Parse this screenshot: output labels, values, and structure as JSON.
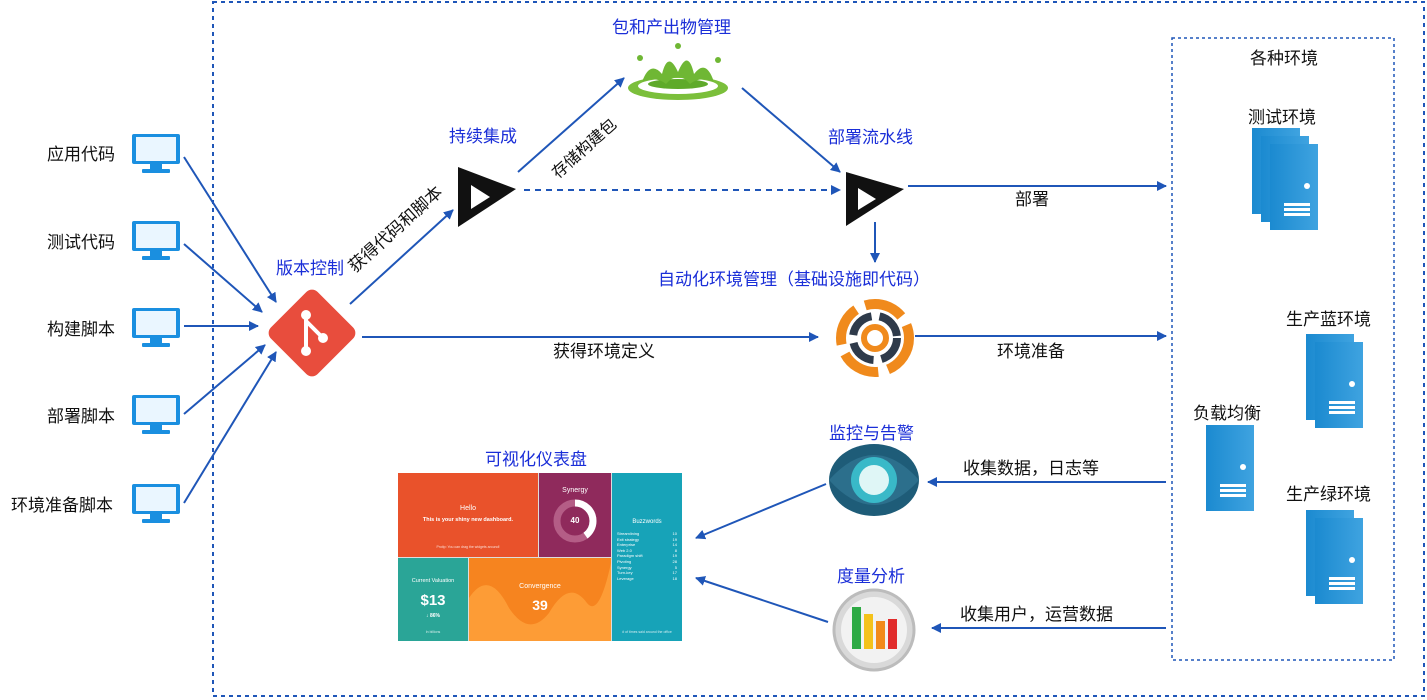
{
  "sources": [
    "应用代码",
    "测试代码",
    "构建脚本",
    "部署脚本",
    "环境准备脚本"
  ],
  "nodes": {
    "vcs": "版本控制",
    "ci": "持续集成",
    "artifact": "包和产出物管理",
    "pipeline": "部署流水线",
    "infra": "自动化环境管理（基础设施即代码）",
    "monitor": "监控与告警",
    "metrics": "度量分析",
    "dashboard": "可视化仪表盘"
  },
  "edges": {
    "get_code": "获得代码和脚本",
    "store_pkg": "存储构建包",
    "deploy": "部署",
    "get_env": "获得环境定义",
    "env_prep": "环境准备",
    "collect_logs": "收集数据，日志等",
    "collect_ops": "收集用户，运营数据"
  },
  "environments": {
    "title": "各种环境",
    "test": "测试环境",
    "lb": "负载均衡",
    "blue": "生产蓝环境",
    "green": "生产绿环境"
  },
  "dashboard": {
    "hello": "Hello",
    "hello_sub": "This is your shiny new dashboard.",
    "hello_note": "Protip: You can drag the widgets around!",
    "synergy_title": "Synergy",
    "synergy_value": "40",
    "synergy_level": 0.4,
    "buzz_title": "Buzzwords",
    "buzz": [
      {
        "w": "Streamlining",
        "n": "10"
      },
      {
        "w": "Exit strategy",
        "n": "19"
      },
      {
        "w": "Enterprise",
        "n": "14"
      },
      {
        "w": "Web 2.0",
        "n": "8"
      },
      {
        "w": "Paradigm shift",
        "n": "19"
      },
      {
        "w": "Pivoting",
        "n": "28"
      },
      {
        "w": "Synergy",
        "n": "5"
      },
      {
        "w": "Turn-key",
        "n": "17"
      },
      {
        "w": "Leverage",
        "n": "18"
      }
    ],
    "buzz_note": "# of times said around the office",
    "valuation_title": "Current Valuation",
    "valuation_value": "$13",
    "valuation_change": "86%",
    "valuation_unit": "In billions",
    "convergence_title": "Convergence",
    "convergence_value": "39"
  },
  "colors": {
    "arrow": "#1f56b8",
    "label_blue": "#1a2ed8",
    "git": "#e84d3d",
    "server": "#1b8ad0",
    "hello_tile": "#e9522b",
    "synergy_tile": "#8f2a5c",
    "buzz_tile": "#17a3b8",
    "valuation_tile": "#2aa597",
    "convergence_tile": "#f6841f"
  },
  "icons": [
    "monitor-icon",
    "git-icon",
    "ci-chevron-icon",
    "splash-icon",
    "pipeline-chevron-icon",
    "infra-ring-icon",
    "eye-icon",
    "bar-chart-icon",
    "server-icon"
  ]
}
